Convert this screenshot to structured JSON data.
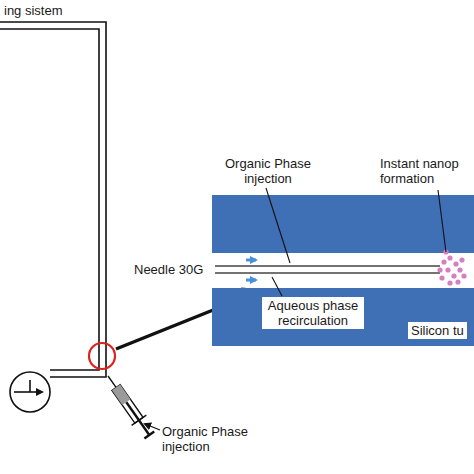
{
  "diagram": {
    "labels": [
      "ing sistem",
      "Organic Phase injection",
      "Instant nanop formation",
      "Needle 30G",
      "Aqueous phase recirculation",
      "Silicon tu",
      "Organic Phase injection"
    ]
  }
}
